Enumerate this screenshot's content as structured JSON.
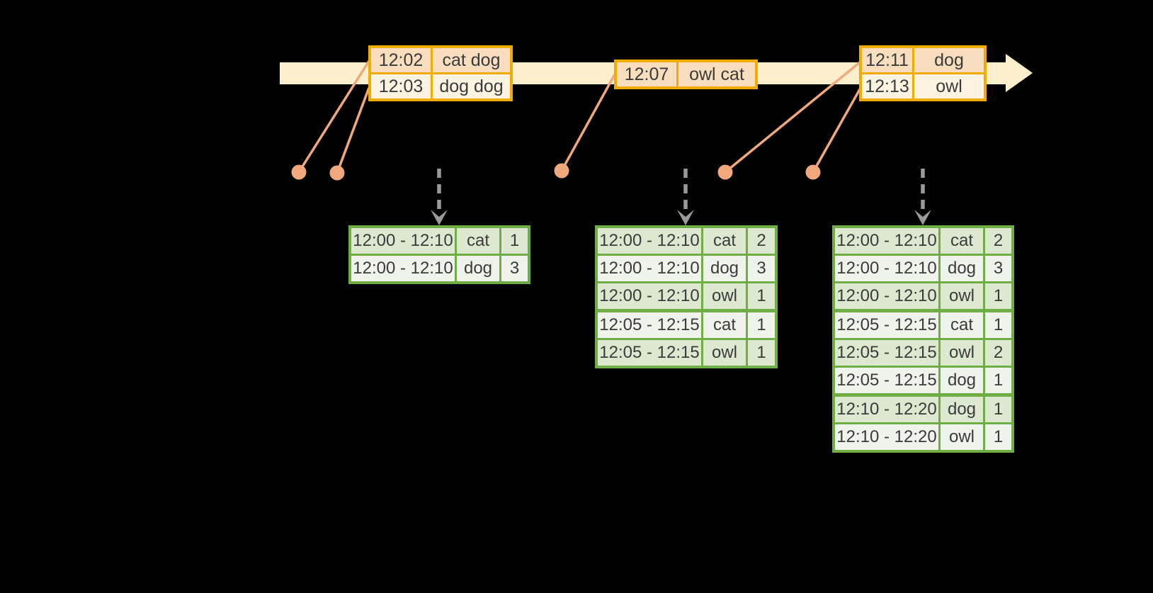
{
  "diagram": {
    "kind": "event-time windowed aggregation timeline",
    "colors": {
      "background": "#000000",
      "timeline_fill": "#FBF0CB",
      "event_table_border": "#F0AC00",
      "event_row_dark": "#F8DDBE",
      "event_row_light": "#FDF3E3",
      "connector_salmon": "#F0A87C",
      "trigger_arrow_gray": "#9A9A9A",
      "result_table_border": "#6FAE45",
      "result_row_dark": "#DCE8D0",
      "result_row_light": "#EFF3EB",
      "text": "#3B3B3B"
    },
    "event_tables": [
      {
        "rows": [
          {
            "time": "12:02",
            "words": "cat dog"
          },
          {
            "time": "12:03",
            "words": "dog dog"
          }
        ]
      },
      {
        "rows": [
          {
            "time": "12:07",
            "words": "owl cat"
          }
        ]
      },
      {
        "rows": [
          {
            "time": "12:11",
            "words": "dog"
          },
          {
            "time": "12:13",
            "words": "owl"
          }
        ]
      }
    ],
    "event_dot_count": 5,
    "result_tables": [
      {
        "rows": [
          {
            "window": "12:00 - 12:10",
            "word": "cat",
            "count": "1"
          },
          {
            "window": "12:00 - 12:10",
            "word": "dog",
            "count": "3"
          }
        ]
      },
      {
        "rows": [
          {
            "window": "12:00 - 12:10",
            "word": "cat",
            "count": "2"
          },
          {
            "window": "12:00 - 12:10",
            "word": "dog",
            "count": "3"
          },
          {
            "window": "12:00 - 12:10",
            "word": "owl",
            "count": "1"
          },
          {
            "window": "12:05 - 12:15",
            "word": "cat",
            "count": "1",
            "group_start": true
          },
          {
            "window": "12:05 - 12:15",
            "word": "owl",
            "count": "1"
          }
        ]
      },
      {
        "rows": [
          {
            "window": "12:00 - 12:10",
            "word": "cat",
            "count": "2"
          },
          {
            "window": "12:00 - 12:10",
            "word": "dog",
            "count": "3"
          },
          {
            "window": "12:00 - 12:10",
            "word": "owl",
            "count": "1"
          },
          {
            "window": "12:05 - 12:15",
            "word": "cat",
            "count": "1",
            "group_start": true
          },
          {
            "window": "12:05 - 12:15",
            "word": "owl",
            "count": "2"
          },
          {
            "window": "12:05 - 12:15",
            "word": "dog",
            "count": "1"
          },
          {
            "window": "12:10 - 12:20",
            "word": "dog",
            "count": "1",
            "group_start": true
          },
          {
            "window": "12:10 - 12:20",
            "word": "owl",
            "count": "1"
          }
        ]
      }
    ]
  }
}
